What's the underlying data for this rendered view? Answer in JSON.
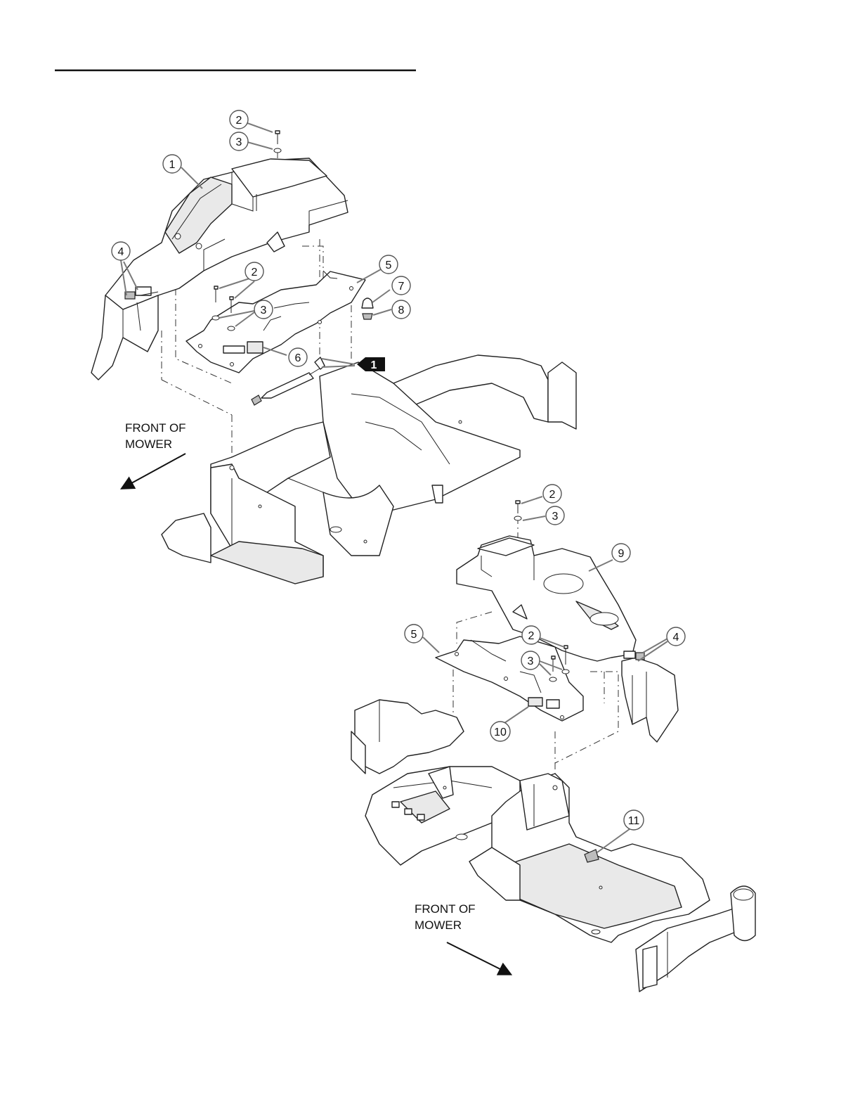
{
  "page": {
    "background": "#ffffff",
    "line_color": "#222222",
    "leader_color": "#7a7a7a"
  },
  "upper_view": {
    "callouts": {
      "c2a": "2",
      "c3a": "3",
      "c1": "1",
      "c4": "4",
      "c2b": "2",
      "c5": "5",
      "c7": "7",
      "c3b": "3",
      "c8": "8",
      "c6": "6"
    },
    "note_tag": "1",
    "front_label": [
      "FRONT OF",
      "MOWER"
    ]
  },
  "lower_view": {
    "callouts": {
      "c2a": "2",
      "c3a": "3",
      "c9": "9",
      "c5": "5",
      "c2b": "2",
      "c4": "4",
      "c3b": "3",
      "c10": "10",
      "c11": "11"
    },
    "front_label": [
      "FRONT OF",
      "MOWER"
    ]
  }
}
